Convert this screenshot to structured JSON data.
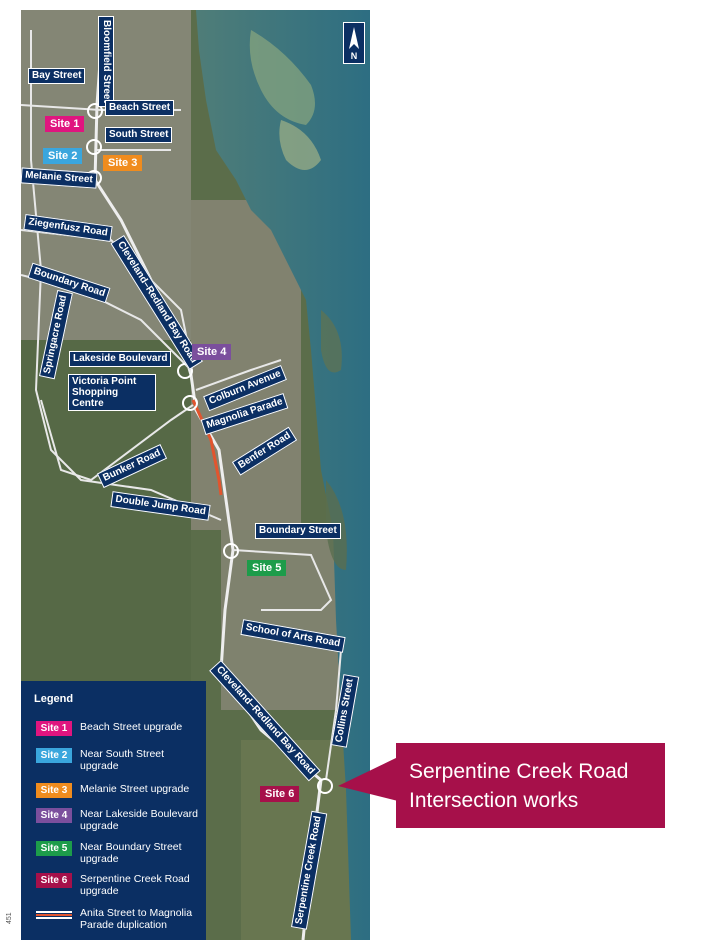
{
  "north_arrow": {
    "label": "N"
  },
  "streets": {
    "bloomfield_street": "Bloomfield Street",
    "bay_street": "Bay Street",
    "beach_street": "Beach Street",
    "south_street": "South Street",
    "melanie_street": "Melanie Street",
    "ziegenfusz_road": "Ziegenfusz Road",
    "cleveland_redland_bay_road_north": "Cleveland–Redland Bay Road",
    "boundary_road": "Boundary Road",
    "springacre_road": "Springacre Road",
    "lakeside_boulevard": "Lakeside Boulevard",
    "colburn_avenue": "Colburn Avenue",
    "victoria_point_shopping_centre": "Victoria Point Shopping Centre",
    "magnolia_parade": "Magnolia Parade",
    "benfer_road": "Benfer Road",
    "bunker_road": "Bunker Road",
    "double_jump_road": "Double Jump Road",
    "boundary_street": "Boundary Street",
    "school_of_arts_road": "School of Arts Road",
    "cleveland_redland_bay_road_south": "Cleveland–Redland Bay Road",
    "collins_street": "Collins Street",
    "serpentine_creek_road": "Serpentine Creek Road"
  },
  "sites": {
    "site1": "Site 1",
    "site2": "Site 2",
    "site3": "Site 3",
    "site4": "Site 4",
    "site5": "Site 5",
    "site6": "Site 6"
  },
  "colors": {
    "site1": "#e0157f",
    "site2": "#3aa6dd",
    "site3": "#f08c1e",
    "site4": "#7b4f9d",
    "site5": "#1d9c4a",
    "site6": "#a6104a",
    "label_bg": "#0b2f63",
    "duplication": "#e2552e"
  },
  "legend": {
    "title": "Legend",
    "items": [
      {
        "badge": "Site 1",
        "text": "Beach Street upgrade",
        "color": "#e0157f"
      },
      {
        "badge": "Site 2",
        "text": "Near South Street upgrade",
        "color": "#3aa6dd"
      },
      {
        "badge": "Site 3",
        "text": "Melanie Street upgrade",
        "color": "#f08c1e"
      },
      {
        "badge": "Site 4",
        "text": "Near Lakeside Boulevard upgrade",
        "color": "#7b4f9d"
      },
      {
        "badge": "Site 5",
        "text": "Near Boundary Street upgrade",
        "color": "#1d9c4a"
      },
      {
        "badge": "Site 6",
        "text": "Serpentine Creek Road upgrade",
        "color": "#a6104a"
      },
      {
        "badge": "",
        "text": "Anita Street to Magnolia Parade duplication",
        "color": "#e2552e"
      }
    ]
  },
  "callout": {
    "line1": "Serpentine Creek Road",
    "line2": "Intersection works"
  },
  "page_number": "451"
}
